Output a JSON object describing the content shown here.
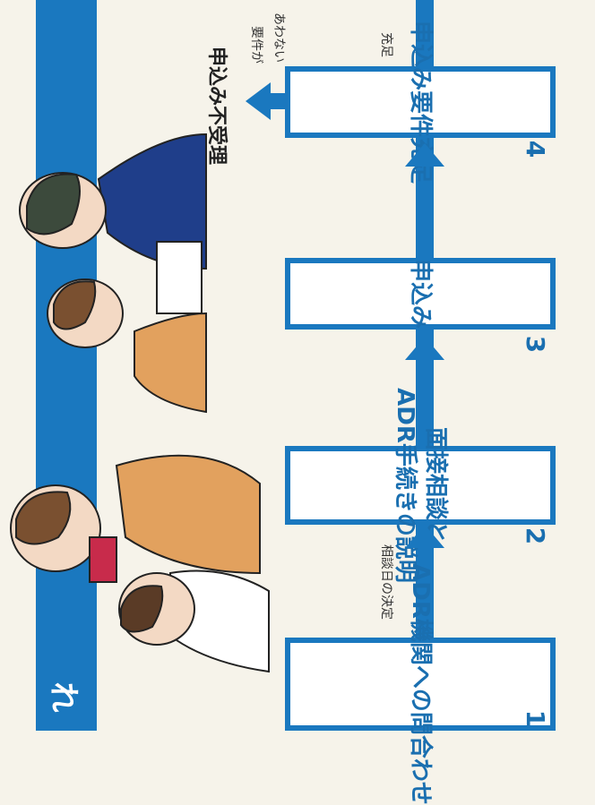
{
  "band_title": "れ",
  "steps": [
    {
      "num": "1",
      "label": "ADR機関への問合わせ"
    },
    {
      "num": "2",
      "label_line1": "面接相談と",
      "label_line2": "ADR手続きの説明"
    },
    {
      "num": "3",
      "label": "申込み"
    },
    {
      "num": "4",
      "label": "申込み要件充足"
    }
  ],
  "notes": {
    "decision": "相談日の決定",
    "satisfied": "充足",
    "not_met_line1": "要件が",
    "not_met_line2": "あわない",
    "rejection": "申込み不受理"
  },
  "colors": {
    "accent": "#1a78bf",
    "box_text": "#1a6fb0"
  }
}
